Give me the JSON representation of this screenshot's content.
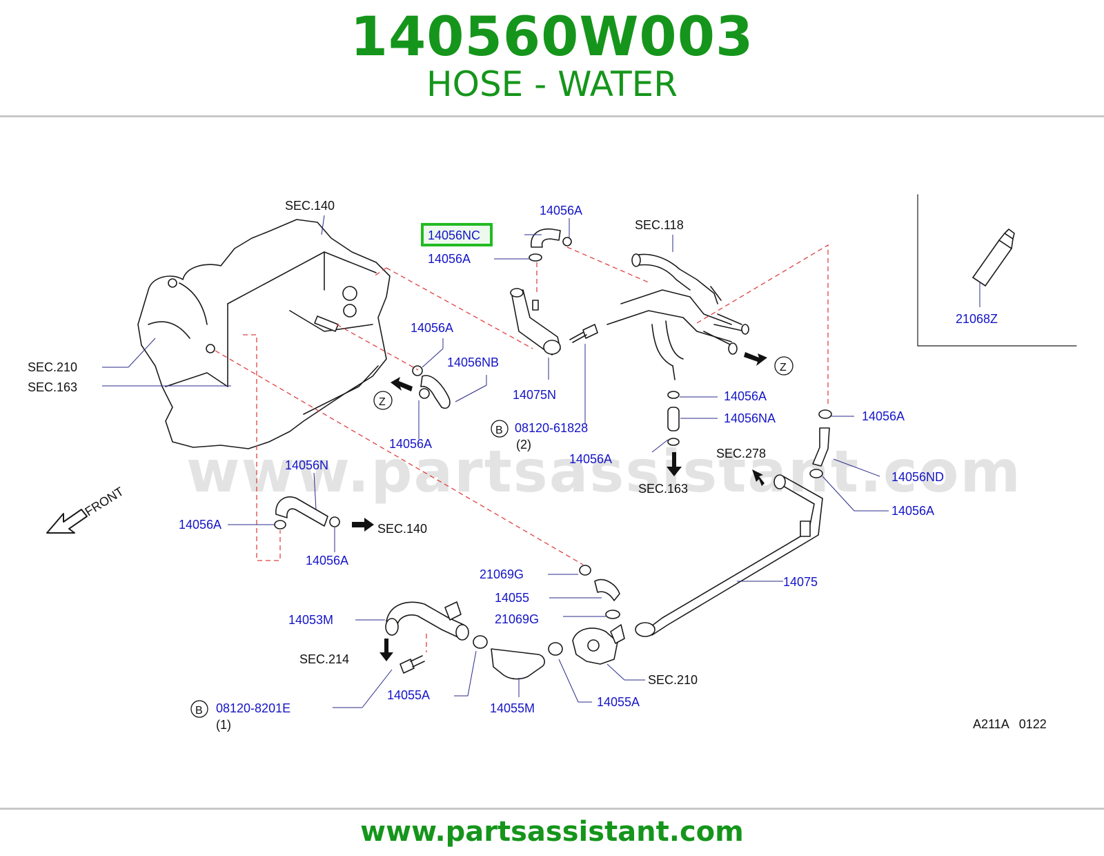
{
  "header": {
    "part_number": "140560W003",
    "description": "HOSE - WATER"
  },
  "footer": {
    "url": "www.partsassistant.com"
  },
  "diagram": {
    "watermark": "www.partsassistant.com",
    "highlight_color": "#22bb22",
    "sections": {
      "sec140_top": "SEC.140",
      "sec118": "SEC.118",
      "sec210_left": "SEC.210",
      "sec163_left": "SEC.163",
      "sec278": "SEC.278",
      "sec163_mid": "SEC.163",
      "sec140_mid": "SEC.140",
      "sec214": "SEC.214",
      "sec210_bottom": "SEC.210"
    },
    "parts": {
      "p14056NC": "14056NC",
      "p14056A_top": "14056A",
      "p14056A_2": "14056A",
      "p14056A_3": "14056A",
      "p14056NB": "14056NB",
      "p14056A_4": "14056A",
      "p14075N": "14075N",
      "p08120_61828": "08120-61828",
      "p14056A_5": "14056A",
      "p14056NA": "14056NA",
      "p14056A_6": "14056A",
      "p14056A_7": "14056A",
      "p14056ND": "14056ND",
      "p14056A_8": "14056A",
      "p14056N": "14056N",
      "p14056A_9": "14056A",
      "p14056A_10": "14056A",
      "p21069G_1": "21069G",
      "p14055": "14055",
      "p21069G_2": "21069G",
      "p14075": "14075",
      "p14053M": "14053M",
      "p08120_8201E": "08120-8201E",
      "p14055A_1": "14055A",
      "p14055M": "14055M",
      "p14055A_2": "14055A",
      "p21068Z": "21068Z"
    },
    "quantities": {
      "q61828": "(2)",
      "q8201E": "(1)"
    },
    "markers": {
      "bolt_b1": "B",
      "bolt_b2": "B",
      "z_left": "Z",
      "z_right": "Z"
    },
    "front_label": "FRONT",
    "diagram_code": "A211A   0122"
  }
}
